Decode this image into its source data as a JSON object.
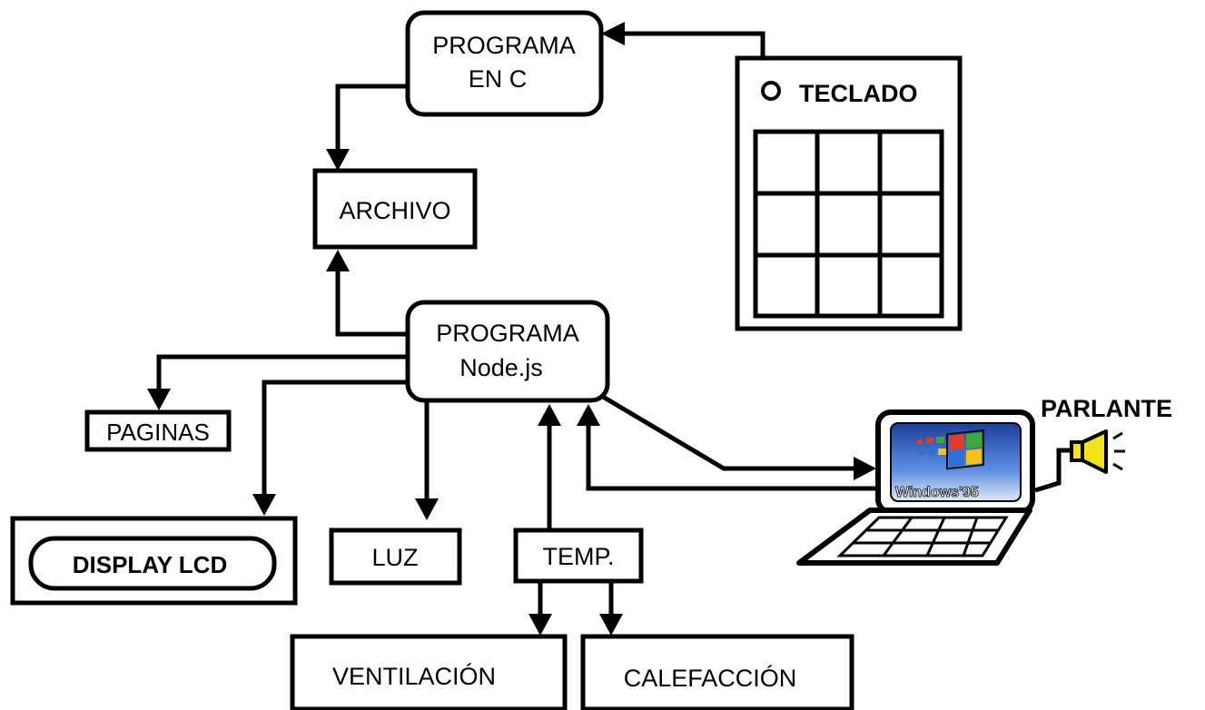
{
  "nodes": {
    "programa_c": {
      "line1": "PROGRAMA",
      "line2": "EN C"
    },
    "archivo": "ARCHIVO",
    "teclado": "TECLADO",
    "programa_node": {
      "line1": "PROGRAMA",
      "line2": "Node.js"
    },
    "paginas": "PAGINAS",
    "display_lcd": "DISPLAY LCD",
    "luz": "LUZ",
    "temp": "TEMP.",
    "ventilacion": "VENTILACIÓN",
    "calefaccion": "CALEFACCIÓN",
    "parlante": "PARLANTE"
  },
  "laptop": {
    "os_logo_text": "Windows'95"
  },
  "colors": {
    "stroke": "#000000",
    "background": "#ffffff",
    "speaker": "#f2e21a",
    "screen_sky": "#3a6fc9",
    "win_red": "#e23b2a",
    "win_green": "#3aa83a",
    "win_blue": "#2f6fd8",
    "win_yellow": "#f4c21b"
  }
}
